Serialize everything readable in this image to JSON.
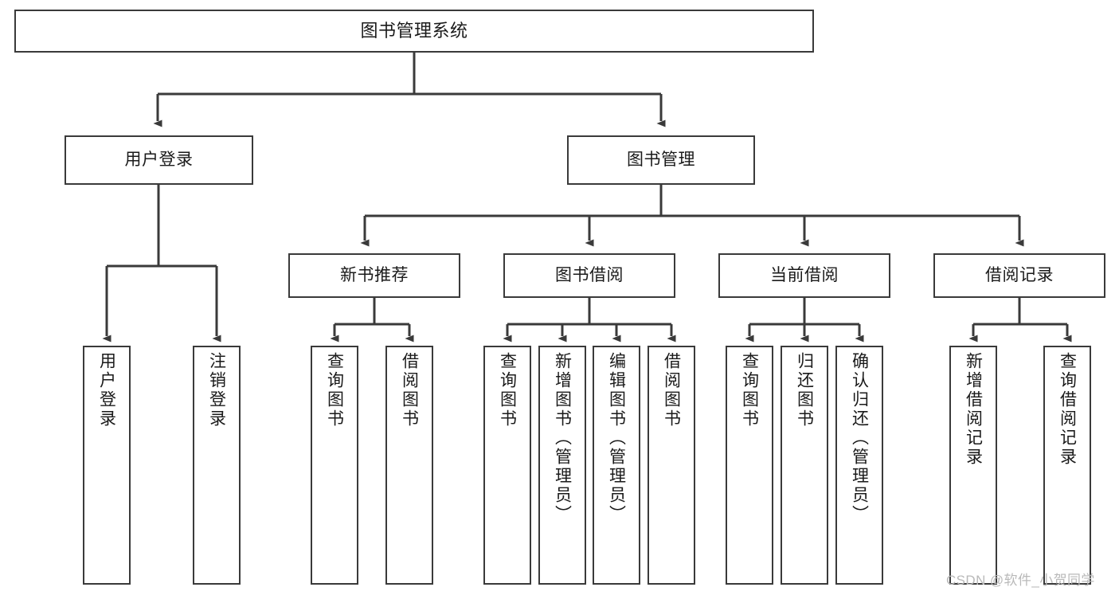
{
  "diagram": {
    "title": "图书管理系统",
    "type": "功能结构图",
    "colors": {
      "background": "#ffffff",
      "node_fill": "#ffffff",
      "node_stroke": "#3a3a3a",
      "edge_stroke": "#3a3a3a",
      "text": "#1a1a1a",
      "watermark": "#b9b9b9"
    },
    "root": {
      "label": "图书管理系统"
    },
    "level2": [
      {
        "label": "用户登录"
      },
      {
        "label": "图书管理"
      }
    ],
    "level3": [
      {
        "label": "新书推荐"
      },
      {
        "label": "图书借阅"
      },
      {
        "label": "当前借阅"
      },
      {
        "label": "借阅记录"
      }
    ],
    "leaves": {
      "user_login": [
        {
          "label": "用户登录"
        },
        {
          "label": "注销登录"
        }
      ],
      "new_book_recommend": [
        {
          "label": "查询图书"
        },
        {
          "label": "借阅图书"
        }
      ],
      "book_borrow": [
        {
          "label": "查询图书"
        },
        {
          "label": "新增图书（管理员）"
        },
        {
          "label": "编辑图书（管理员）"
        },
        {
          "label": "借阅图书"
        }
      ],
      "current_borrow": [
        {
          "label": "查询图书"
        },
        {
          "label": "归还图书"
        },
        {
          "label": "确认归还（管理员）"
        }
      ],
      "borrow_record": [
        {
          "label": "新增借阅记录"
        },
        {
          "label": "查询借阅记录"
        }
      ]
    },
    "watermark": "CSDN @软件_小贺同学"
  }
}
